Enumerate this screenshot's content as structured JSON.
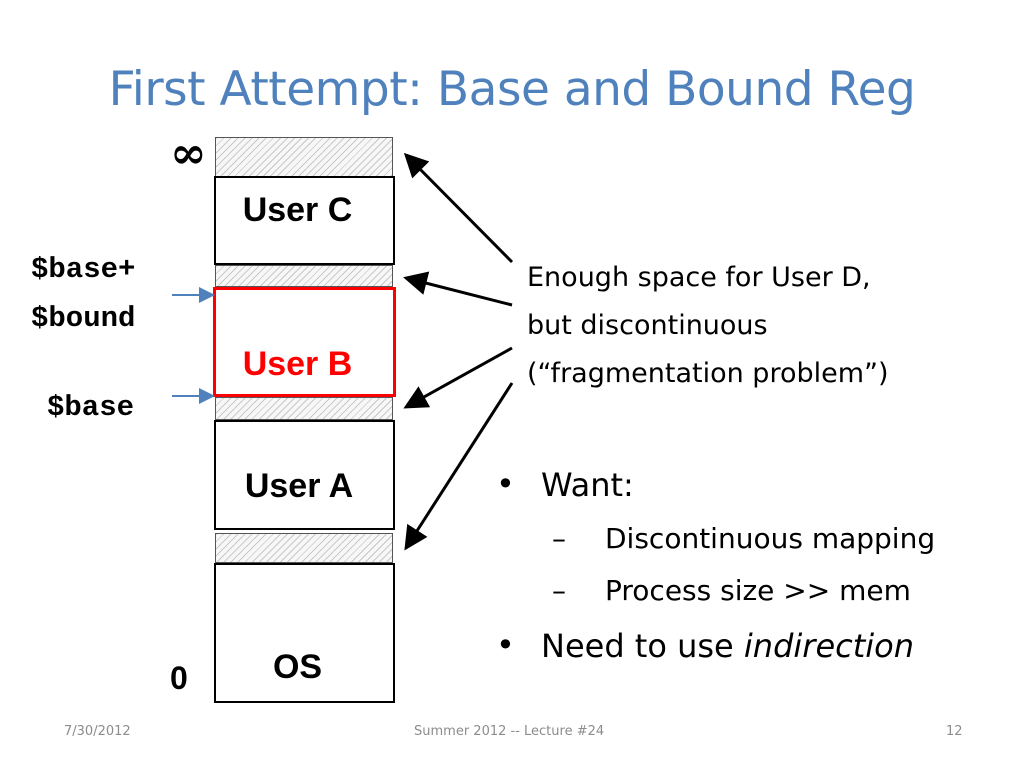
{
  "slide": {
    "title": "First Attempt: Base and Bound Reg"
  },
  "memory": {
    "top_label": "∞",
    "bottom_label": "0",
    "blocks": {
      "user_c": "User C",
      "user_b": "User B",
      "user_a": "User A",
      "os": "OS"
    },
    "registers": {
      "base_plus_line1": "$base+",
      "base_plus_line2": "$bound",
      "base": "$base"
    }
  },
  "note": {
    "line1": "Enough space for User D,",
    "line2": "but discontinuous",
    "line3": "(“fragmentation problem”)"
  },
  "bullets": {
    "want": "Want:",
    "sub1": "Discontinuous mapping",
    "sub2": "Process size >> mem",
    "need_prefix": "Need to use ",
    "need_italic": "indirection"
  },
  "footer": {
    "date": "7/30/2012",
    "course": "Summer 2012 -- Lecture #24",
    "page": "12"
  },
  "colors": {
    "title": "#4f81bd",
    "highlight": "#ff0000",
    "pointer": "#4f81bd"
  }
}
